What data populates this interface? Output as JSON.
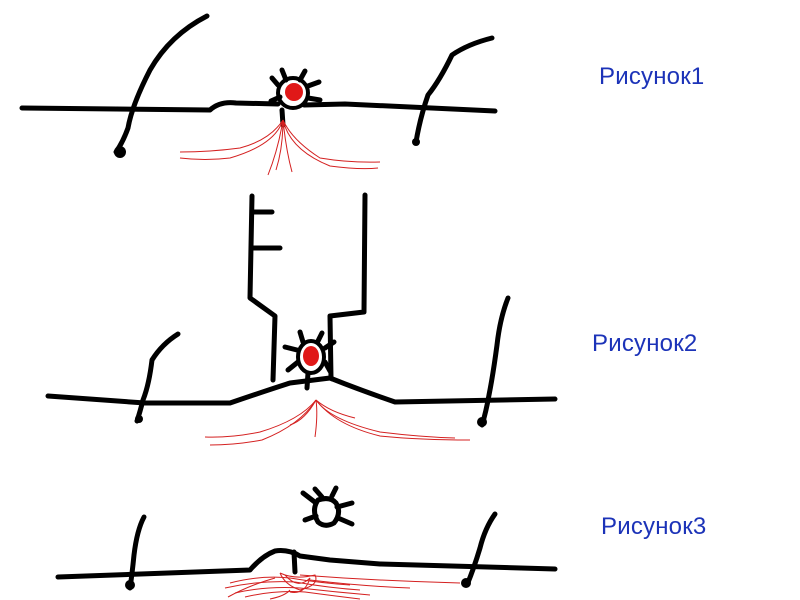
{
  "figures": [
    {
      "label": "Рисунок1"
    },
    {
      "label": "Рисунок2"
    },
    {
      "label": "Рисунок3"
    }
  ],
  "colors": {
    "label": "#1c33b8",
    "ink": "#000000",
    "tick_red": "#e01818",
    "roots": "#d42020",
    "background": "#ffffff"
  }
}
